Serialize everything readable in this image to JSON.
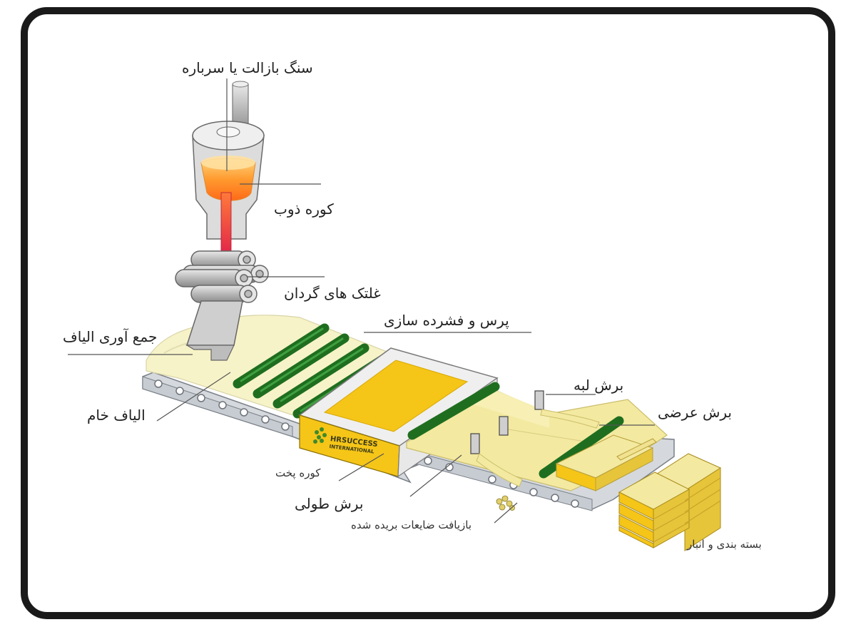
{
  "labels": {
    "raw_material": "سنگ بازالت یا سرباره",
    "melting_furnace": "کوره ذوب",
    "spinning_rollers": "غلتک های گردان",
    "fiber_collection": "جمع آوری الیاف",
    "press_compression": "پرس و فشرده سازی",
    "raw_fiber": "الیاف خام",
    "edge_cut": "برش لبه",
    "cross_cut": "برش عرضی",
    "curing_oven": "کوره پخت",
    "longitudinal_cut": "برش طولی",
    "waste_recycling": "بازیافت ضایعات بریده شده",
    "packaging_storage": "بسته بندی و انبار"
  },
  "logo": {
    "name": "HRSUCCESS",
    "subtitle": "INTERNATIONAL"
  },
  "colors": {
    "frame": "#1a1a1a",
    "molten": "#ff7a1a",
    "melt_stream": "#e0204a",
    "fiber": "#f7f3c8",
    "press_roller": "#1f6e1f",
    "oven": "#f5c518",
    "panel": "#f3e9a0",
    "conveyor": "#d5d9dd"
  }
}
